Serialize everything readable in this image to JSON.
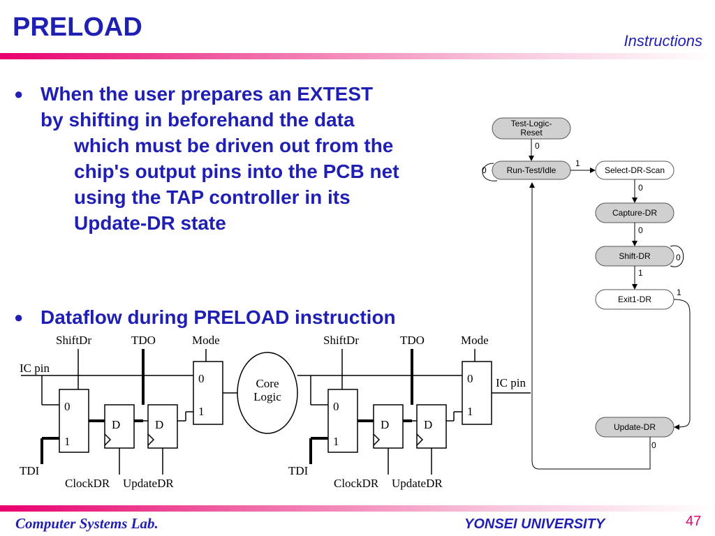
{
  "title": "PRELOAD",
  "section": "Instructions",
  "bullets": {
    "first": {
      "line1": "When the user prepares an EXTEST",
      "line2": "by shifting in beforehand the data",
      "line3": "which must be driven out from the",
      "line4": "chip's output pins into the PCB net",
      "line5": "using the TAP controller in its",
      "line6": "Update-DR state"
    },
    "second": "Dataflow during PRELOAD instruction"
  },
  "state_diagram": {
    "test_logic_reset_1": "Test-Logic-",
    "test_logic_reset_2": "Reset",
    "run_test_idle": "Run-Test/Idle",
    "select_dr_scan": "Select-DR-Scan",
    "capture_dr": "Capture-DR",
    "shift_dr": "Shift-DR",
    "exit1_dr": "Exit1-DR",
    "update_dr": "Update-DR",
    "edge_tlr_out": "0",
    "edge_rti_loop": "0",
    "edge_rti_to_sel": "1",
    "edge_sel_to_cap": "0",
    "edge_cap_to_shift": "0",
    "edge_shift_loop": "0",
    "edge_shift_to_exit": "1",
    "edge_exit_to_update": "1",
    "edge_update_out": "0"
  },
  "circuit": {
    "shiftdr": "ShiftDr",
    "tdo": "TDO",
    "mode": "Mode",
    "ic_pin": "IC pin",
    "tdi": "TDI",
    "clockdr": "ClockDR",
    "updatedr": "UpdateDR",
    "core": "Core",
    "logic": "Logic",
    "mux0": "0",
    "mux1": "1",
    "d": "D"
  },
  "footer": {
    "lab": "Computer Systems Lab.",
    "university": "YONSEI UNIVERSITY",
    "page": "47"
  }
}
